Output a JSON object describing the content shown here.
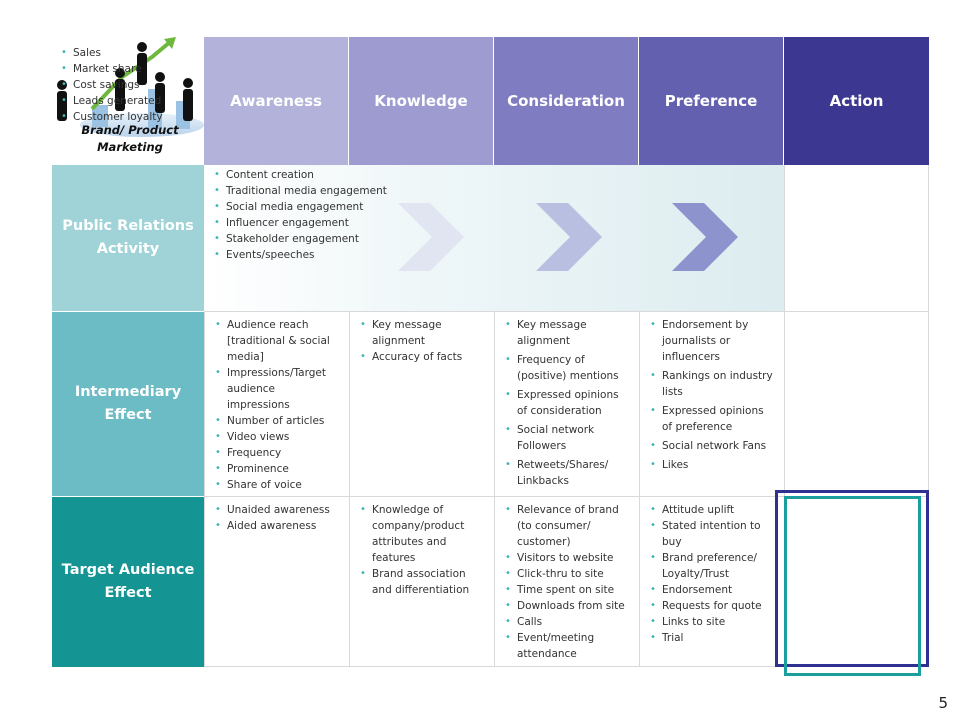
{
  "top_left": {
    "list": [
      "Sales",
      "Market share",
      "Cost savings",
      "Leads generated",
      "Customer loyalty"
    ],
    "caption": "Brand/ Product Marketing"
  },
  "headers": [
    "Awareness",
    "Knowledge",
    "Consideration",
    "Preference",
    "Action"
  ],
  "rows": {
    "public_relations": {
      "label": "Public Relations Activity",
      "items": [
        "Content creation",
        "Traditional media engagement",
        "Social media engagement",
        "Influencer engagement",
        "Stakeholder engagement",
        "Events/speeches"
      ]
    },
    "intermediary": {
      "label": "Intermediary Effect",
      "cells": [
        [
          "Audience reach [traditional & social media]",
          "Impressions/Target audience impressions",
          "Number of articles",
          "Video views",
          "Frequency",
          "Prominence",
          "Share of voice"
        ],
        [
          "Key message alignment",
          "Accuracy of facts"
        ],
        [
          "Key message alignment",
          "Frequency of (positive) mentions",
          "Expressed opinions of consideration",
          "Social network Followers",
          "Retweets/Shares/ Linkbacks"
        ],
        [
          "Endorsement by journalists or influencers",
          "Rankings on industry lists",
          "Expressed opinions of preference",
          "Social network Fans",
          "Likes"
        ]
      ]
    },
    "target": {
      "label": "Target Audience Effect",
      "cells": [
        [
          "Unaided awareness",
          "Aided awareness"
        ],
        [
          "Knowledge of company/product attributes and features",
          "Brand association and differentiation"
        ],
        [
          "Relevance of brand (to consumer/ customer)",
          "Visitors to website",
          "Click-thru to site",
          "Time spent on site",
          "Downloads from site",
          "Calls",
          "Event/meeting attendance"
        ],
        [
          "Attitude uplift",
          "Stated intention to buy",
          "Brand preference/ Loyalty/Trust",
          "Endorsement",
          "Requests for quote",
          "Links to site",
          "Trial"
        ]
      ]
    }
  },
  "page_number": "5",
  "colors": {
    "hdr_awareness": "#b3b2db",
    "hdr_knowledge": "#9d9bd0",
    "hdr_consideration": "#7f7cc1",
    "hdr_preference": "#6460b0",
    "hdr_action": "#3c3891",
    "row_pr": "#9fd3d8",
    "row_intermediary": "#6bbcc4",
    "row_target": "#159494"
  }
}
